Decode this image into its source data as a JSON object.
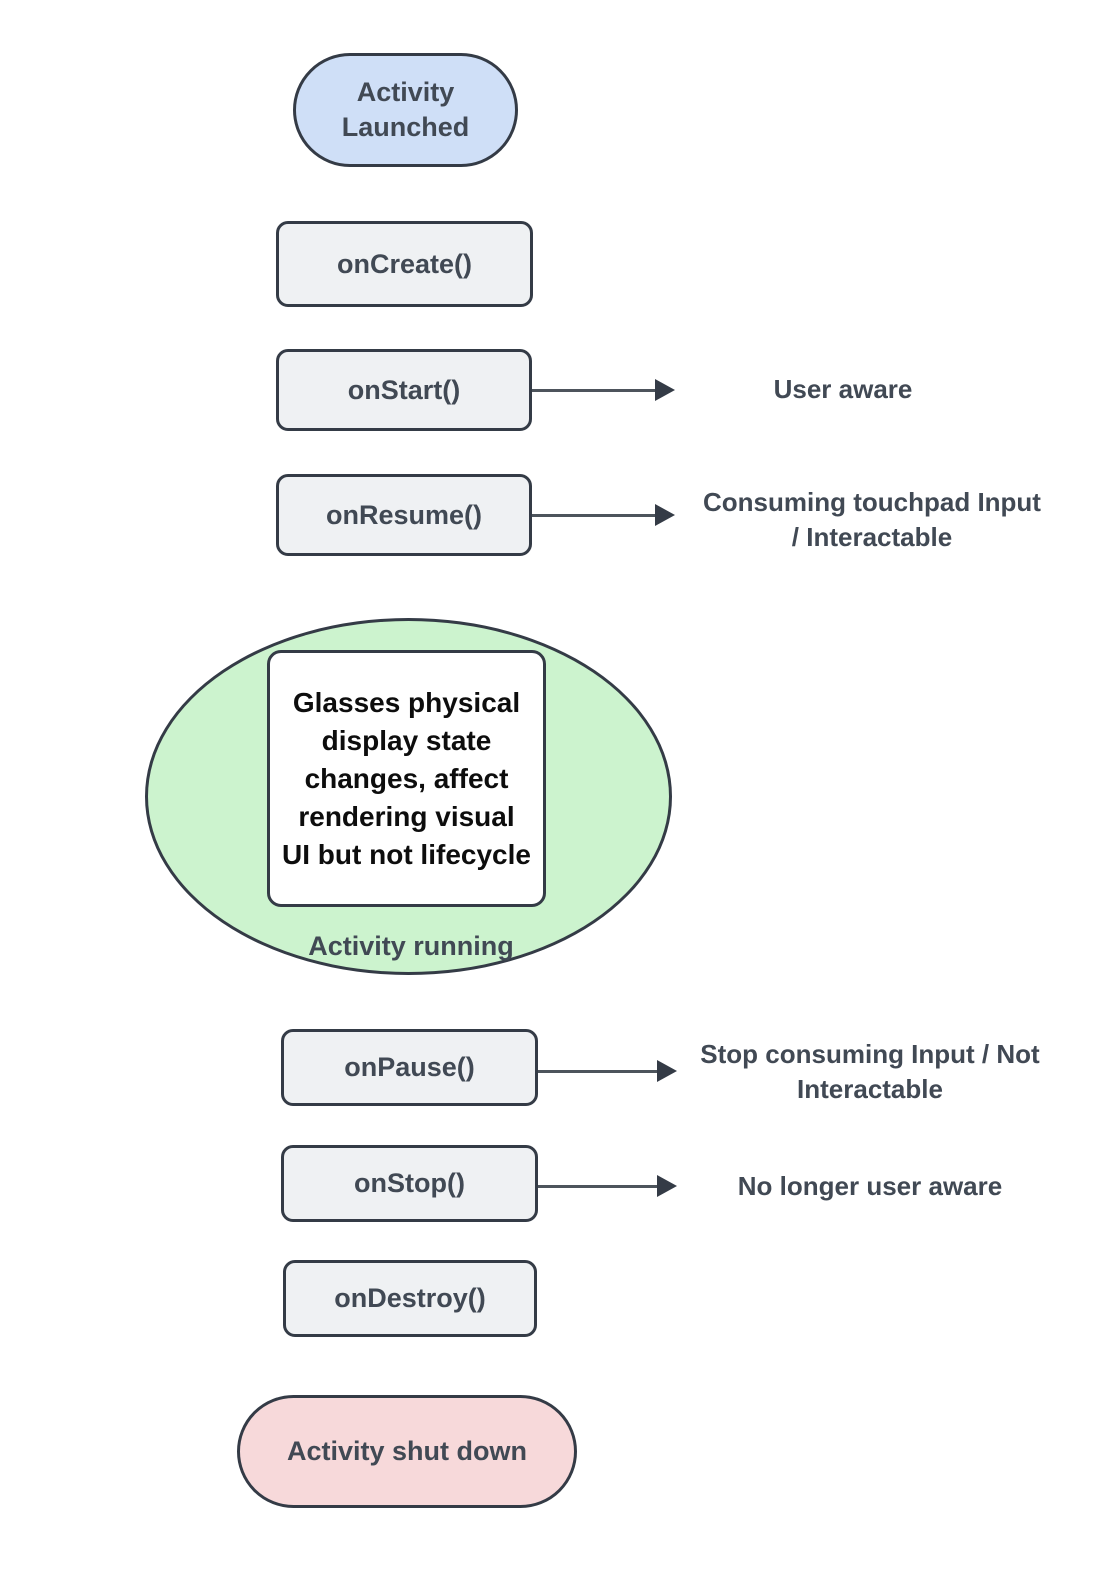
{
  "nodes": {
    "activity_launched": "Activity Launched",
    "on_create": "onCreate()",
    "on_start": "onStart()",
    "on_resume": "onResume()",
    "running_note": "Glasses physical display state changes, affect rendering visual UI but not lifecycle",
    "activity_running": "Activity running",
    "on_pause": "onPause()",
    "on_stop": "onStop()",
    "on_destroy": "onDestroy()",
    "activity_shut_down": "Activity shut down"
  },
  "annotations": {
    "on_start": "User aware",
    "on_resume": "Consuming touchpad Input / Interactable",
    "on_pause": "Stop consuming Input / Not Interactable",
    "on_stop": "No longer user aware"
  },
  "colors": {
    "launched_fill": "#cfdff7",
    "running_fill": "#ccf3ce",
    "shutdown_fill": "#f7d9da",
    "step_fill": "#eff1f3",
    "border": "#343b46",
    "arrow": "#4d545c",
    "text": "#414954",
    "note_text": "#0d0d0d"
  }
}
